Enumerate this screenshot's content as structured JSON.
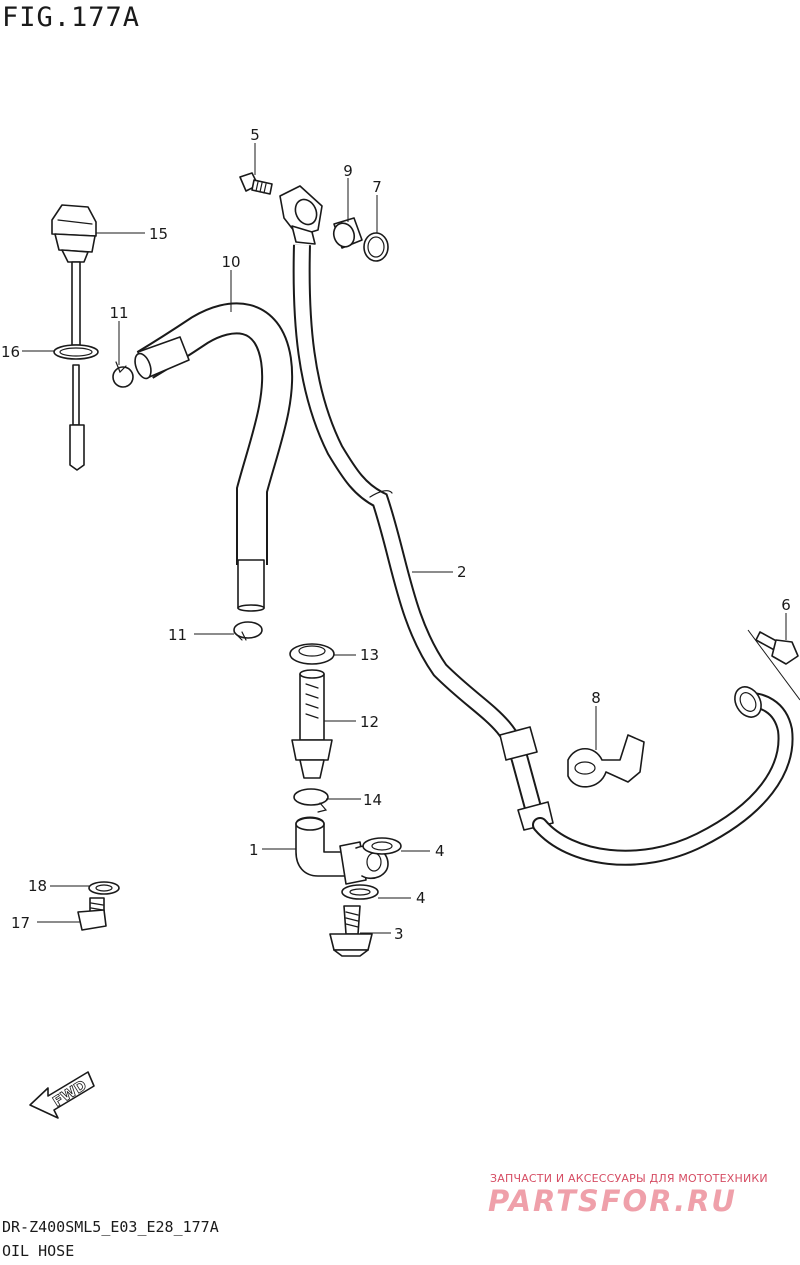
{
  "figure": {
    "title": "FIG.177A"
  },
  "callouts": {
    "c1": "1",
    "c2": "2",
    "c3": "3",
    "c4a": "4",
    "c4b": "4",
    "c5": "5",
    "c6": "6",
    "c7": "7",
    "c8": "8",
    "c9": "9",
    "c10": "10",
    "c11a": "11",
    "c11b": "11",
    "c12": "12",
    "c13": "13",
    "c14": "14",
    "c15": "15",
    "c16": "16",
    "c17": "17",
    "c18": "18"
  },
  "fwd_label": "FWD",
  "footer": {
    "code": "DR-Z400SML5_E03_E28_177A",
    "description": "OIL HOSE"
  },
  "watermark": {
    "tagline": "ЗАПЧАСТИ И АКСЕССУАРЫ ДЛЯ МОТОТЕХНИКИ",
    "logo": "PARTSFOR.RU"
  },
  "colors": {
    "line": "#1a1a1a",
    "watermark": "#c8102e"
  }
}
